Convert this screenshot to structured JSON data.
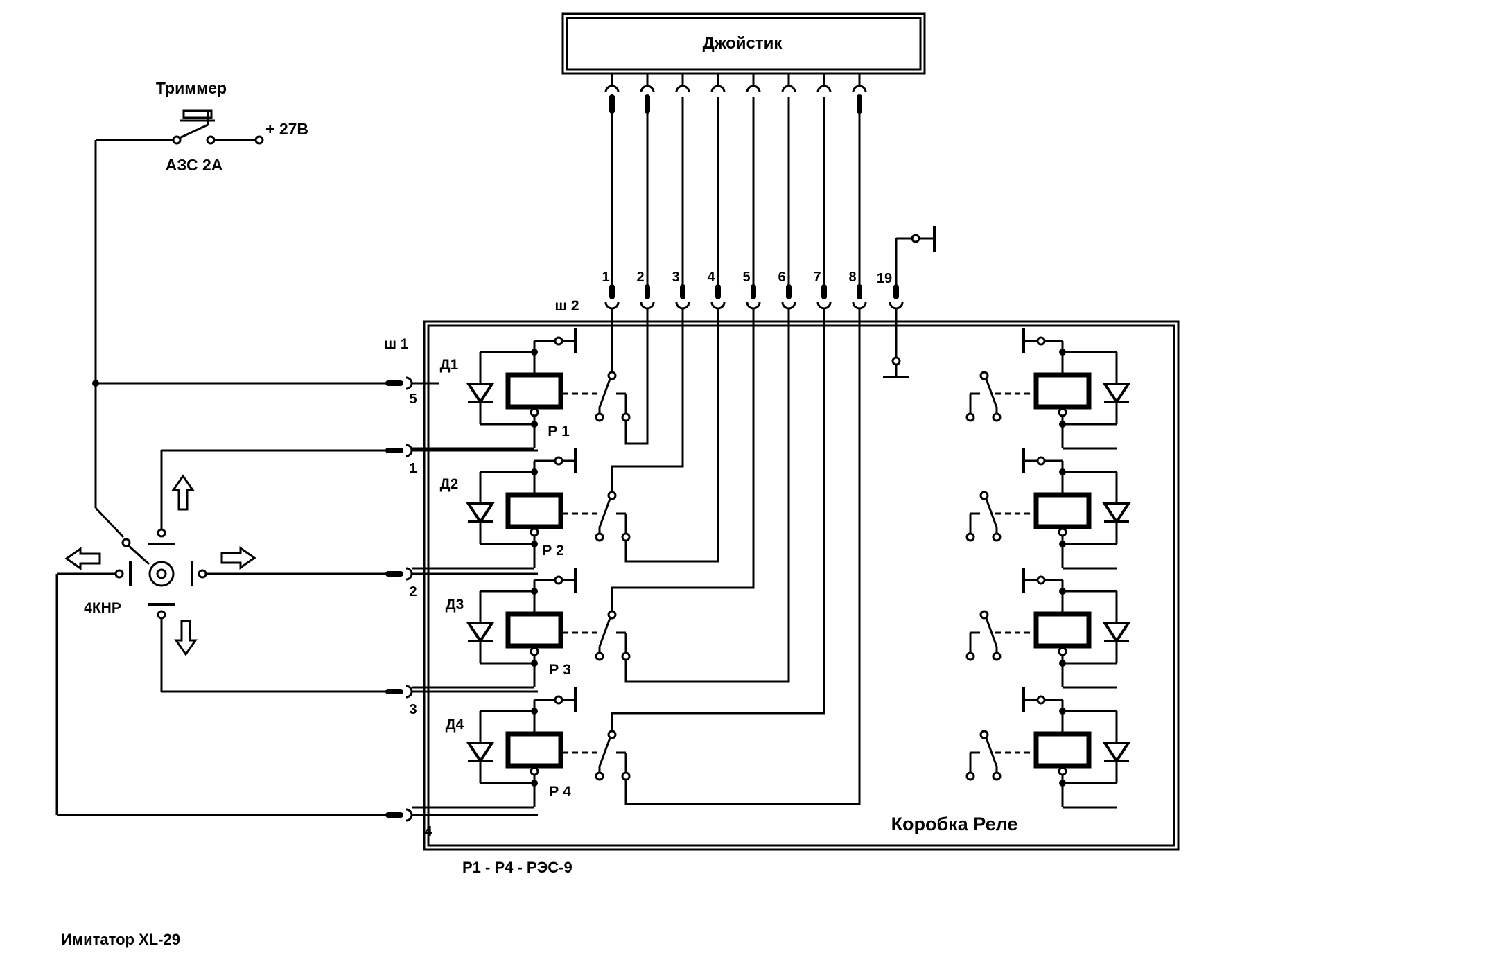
{
  "title": "Имитатор XL-29",
  "joystick": {
    "label": "Джойстик"
  },
  "trimmer": {
    "label": "Триммер",
    "breaker": "АЗС 2А",
    "supply": "+ 27В"
  },
  "switch": {
    "label": "4КНР"
  },
  "connectors": {
    "sh1": "ш 1",
    "sh2": "ш 2"
  },
  "sh2_pins": [
    "1",
    "2",
    "3",
    "4",
    "5",
    "6",
    "7",
    "8",
    "19"
  ],
  "sh1_pins": [
    "5",
    "1",
    "2",
    "3",
    "4"
  ],
  "diodes": [
    "Д1",
    "Д2",
    "Д3",
    "Д4"
  ],
  "relays": [
    "Р 1",
    "Р 2",
    "Р 3",
    "Р 4"
  ],
  "relay_box": {
    "label": "Коробка Реле"
  },
  "relay_note": "Р1 - Р4 - РЭС-9",
  "icons": [
    "arrow-up-icon",
    "arrow-down-icon",
    "arrow-left-icon",
    "arrow-right-icon",
    "ground-icon"
  ]
}
